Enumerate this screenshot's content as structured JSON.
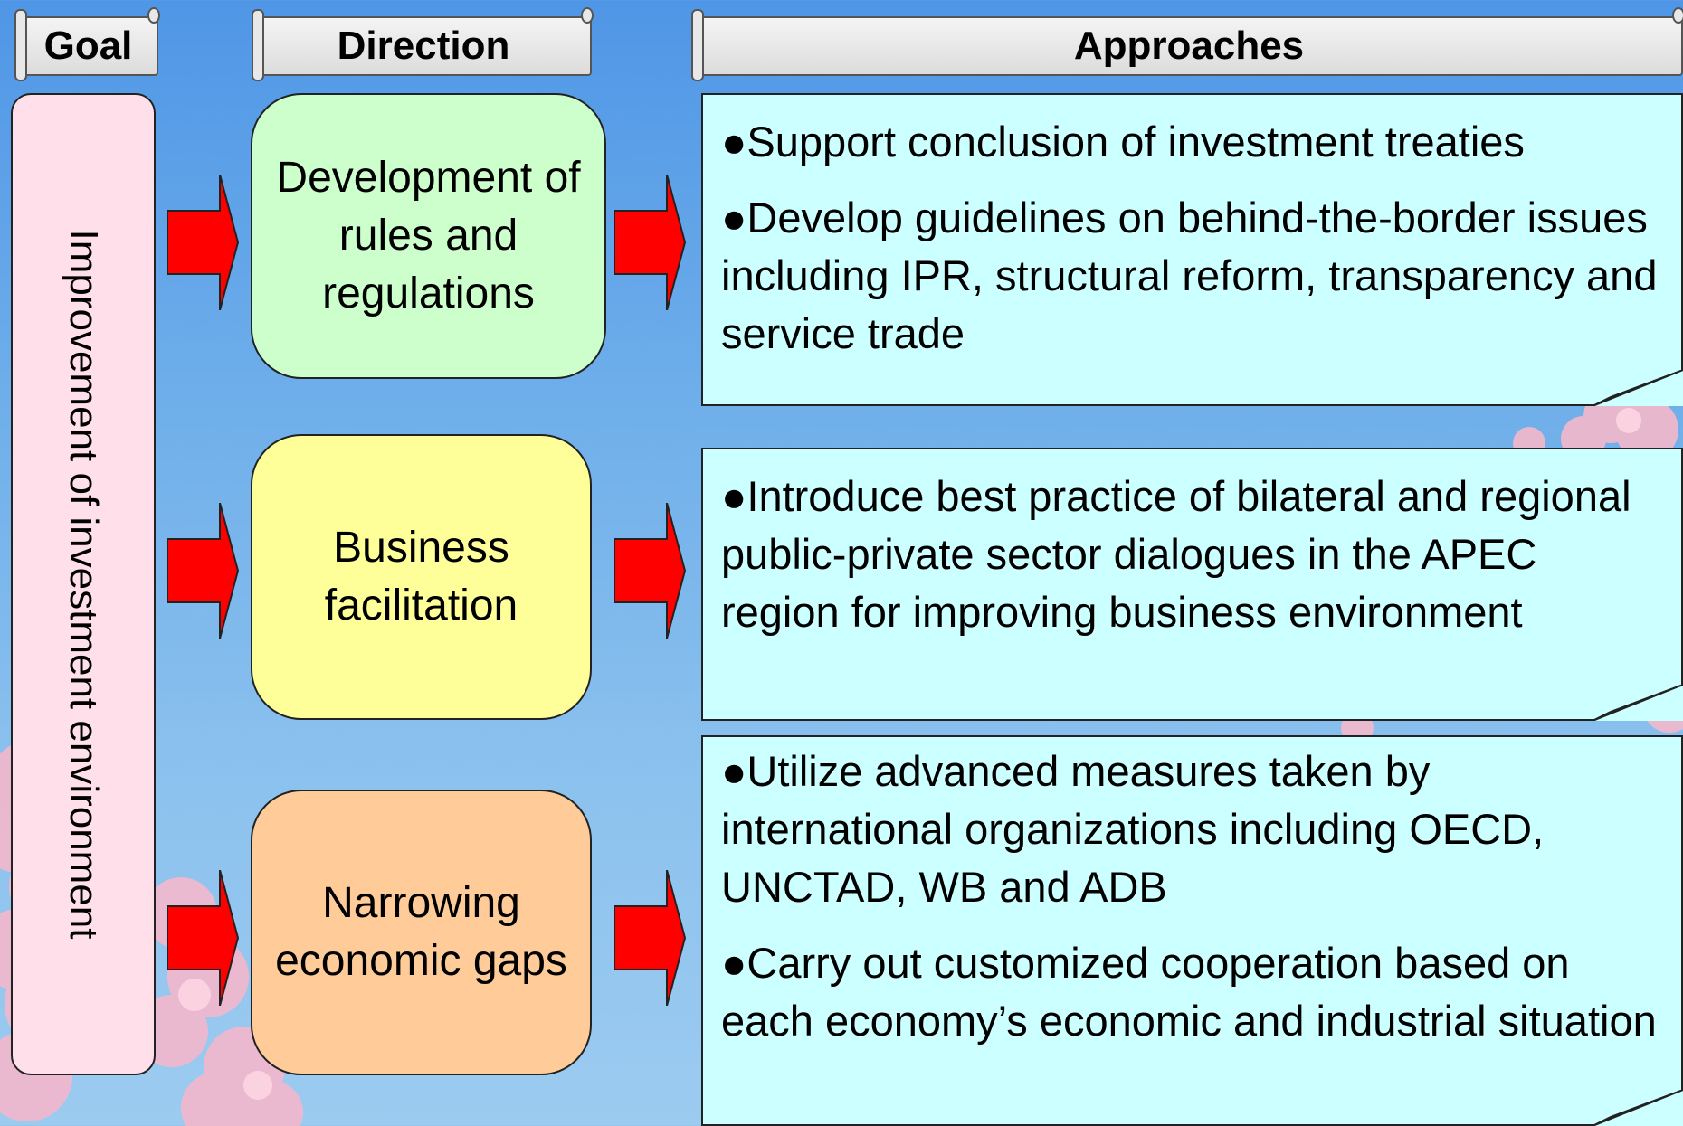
{
  "headers": {
    "goal": "Goal",
    "direction": "Direction",
    "approaches": "Approaches"
  },
  "goal": {
    "text": "Improvement of investment environment"
  },
  "directions": [
    {
      "label": "Development of rules and regulations",
      "color": "#ccffcc"
    },
    {
      "label": "Business facilitation",
      "color": "#ffff99"
    },
    {
      "label": "Narrowing economic gaps",
      "color": "#ffcc99"
    }
  ],
  "approaches": [
    {
      "items": [
        "●Support conclusion of investment treaties",
        "●Develop guidelines on behind-the-border issues  including IPR, structural reform, transparency and service trade"
      ]
    },
    {
      "items": [
        "●Introduce best practice of bilateral and regional public-private sector dialogues in the APEC region for improving business environment"
      ]
    },
    {
      "items": [
        "●Utilize advanced measures taken by international organizations including OECD, UNCTAD, WB and ADB",
        "●Carry out customized cooperation based on each economy’s economic and industrial situation"
      ]
    }
  ],
  "colors": {
    "arrow": "#ff0000",
    "approach_box": "#ccffff",
    "goal_box": "#ffe0ea",
    "background_top": "#4f96e6",
    "background_bottom": "#9ccbf0"
  }
}
